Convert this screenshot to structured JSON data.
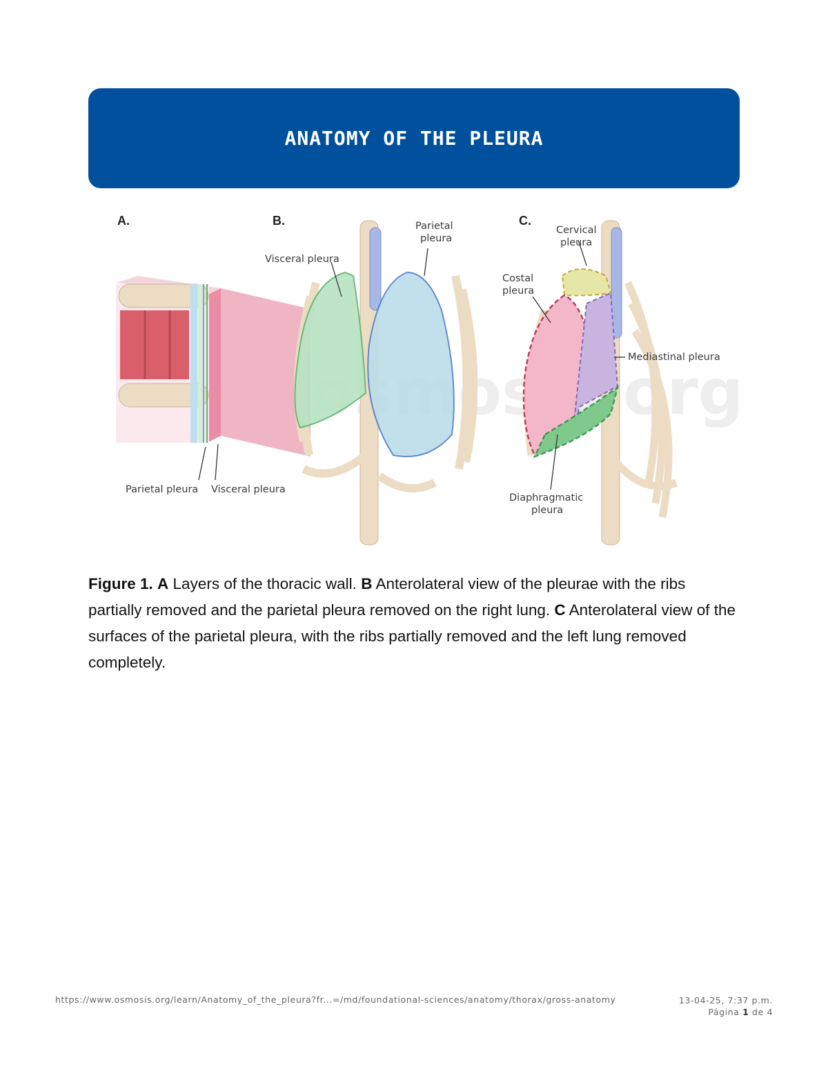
{
  "banner": {
    "title": "ANATOMY OF THE PLEURA"
  },
  "figure": {
    "panels": {
      "a": "A.",
      "b": "B.",
      "c": "C."
    },
    "labels": {
      "a_parietal": "Parietal pleura",
      "a_visceral": "Visceral pleura",
      "b_visceral": "Visceral pleura",
      "b_parietal_1": "Parietal",
      "b_parietal_2": "pleura",
      "c_cervical_1": "Cervical",
      "c_cervical_2": "pleura",
      "c_costal_1": "Costal",
      "c_costal_2": "pleura",
      "c_mediastinal": "Mediastinal pleura",
      "c_diaphragmatic_1": "Diaphragmatic",
      "c_diaphragmatic_2": "pleura"
    },
    "watermark": "osmosis.org",
    "colors": {
      "bone": "#ecdcc4",
      "muscle": "#d9606a",
      "visceral_green": "#b9e3c3",
      "parietal_blue": "#bcdde9",
      "costal_pink": "#f4b6c9",
      "mediastinal_purple": "#c9b4e0",
      "cervical_yellow": "#e6e7a6",
      "diaphragm_green": "#7fc98d",
      "trachea": "#a9b7e6"
    }
  },
  "caption": {
    "figure_label": "Figure 1.",
    "a_letter": "A",
    "a_text": " Layers of the thoracic wall. ",
    "b_letter": "B",
    "b_text": " Anterolateral view of the pleurae with the ribs partially removed and the parietal pleura removed on the right lung. ",
    "c_letter": "C",
    "c_text": " Anterolateral view of the surfaces of the parietal pleura, with the ribs partially removed and the left lung removed completely."
  },
  "footer": {
    "url": "https://www.osmosis.org/learn/Anatomy_of_the_pleura?fr...=/md/foundational-sciences/anatomy/thorax/gross-anatomy",
    "datetime": "13-04-25, 7:37 p.m.",
    "page_prefix": "Página ",
    "page_current": "1",
    "page_mid": " de ",
    "page_total": "4"
  }
}
